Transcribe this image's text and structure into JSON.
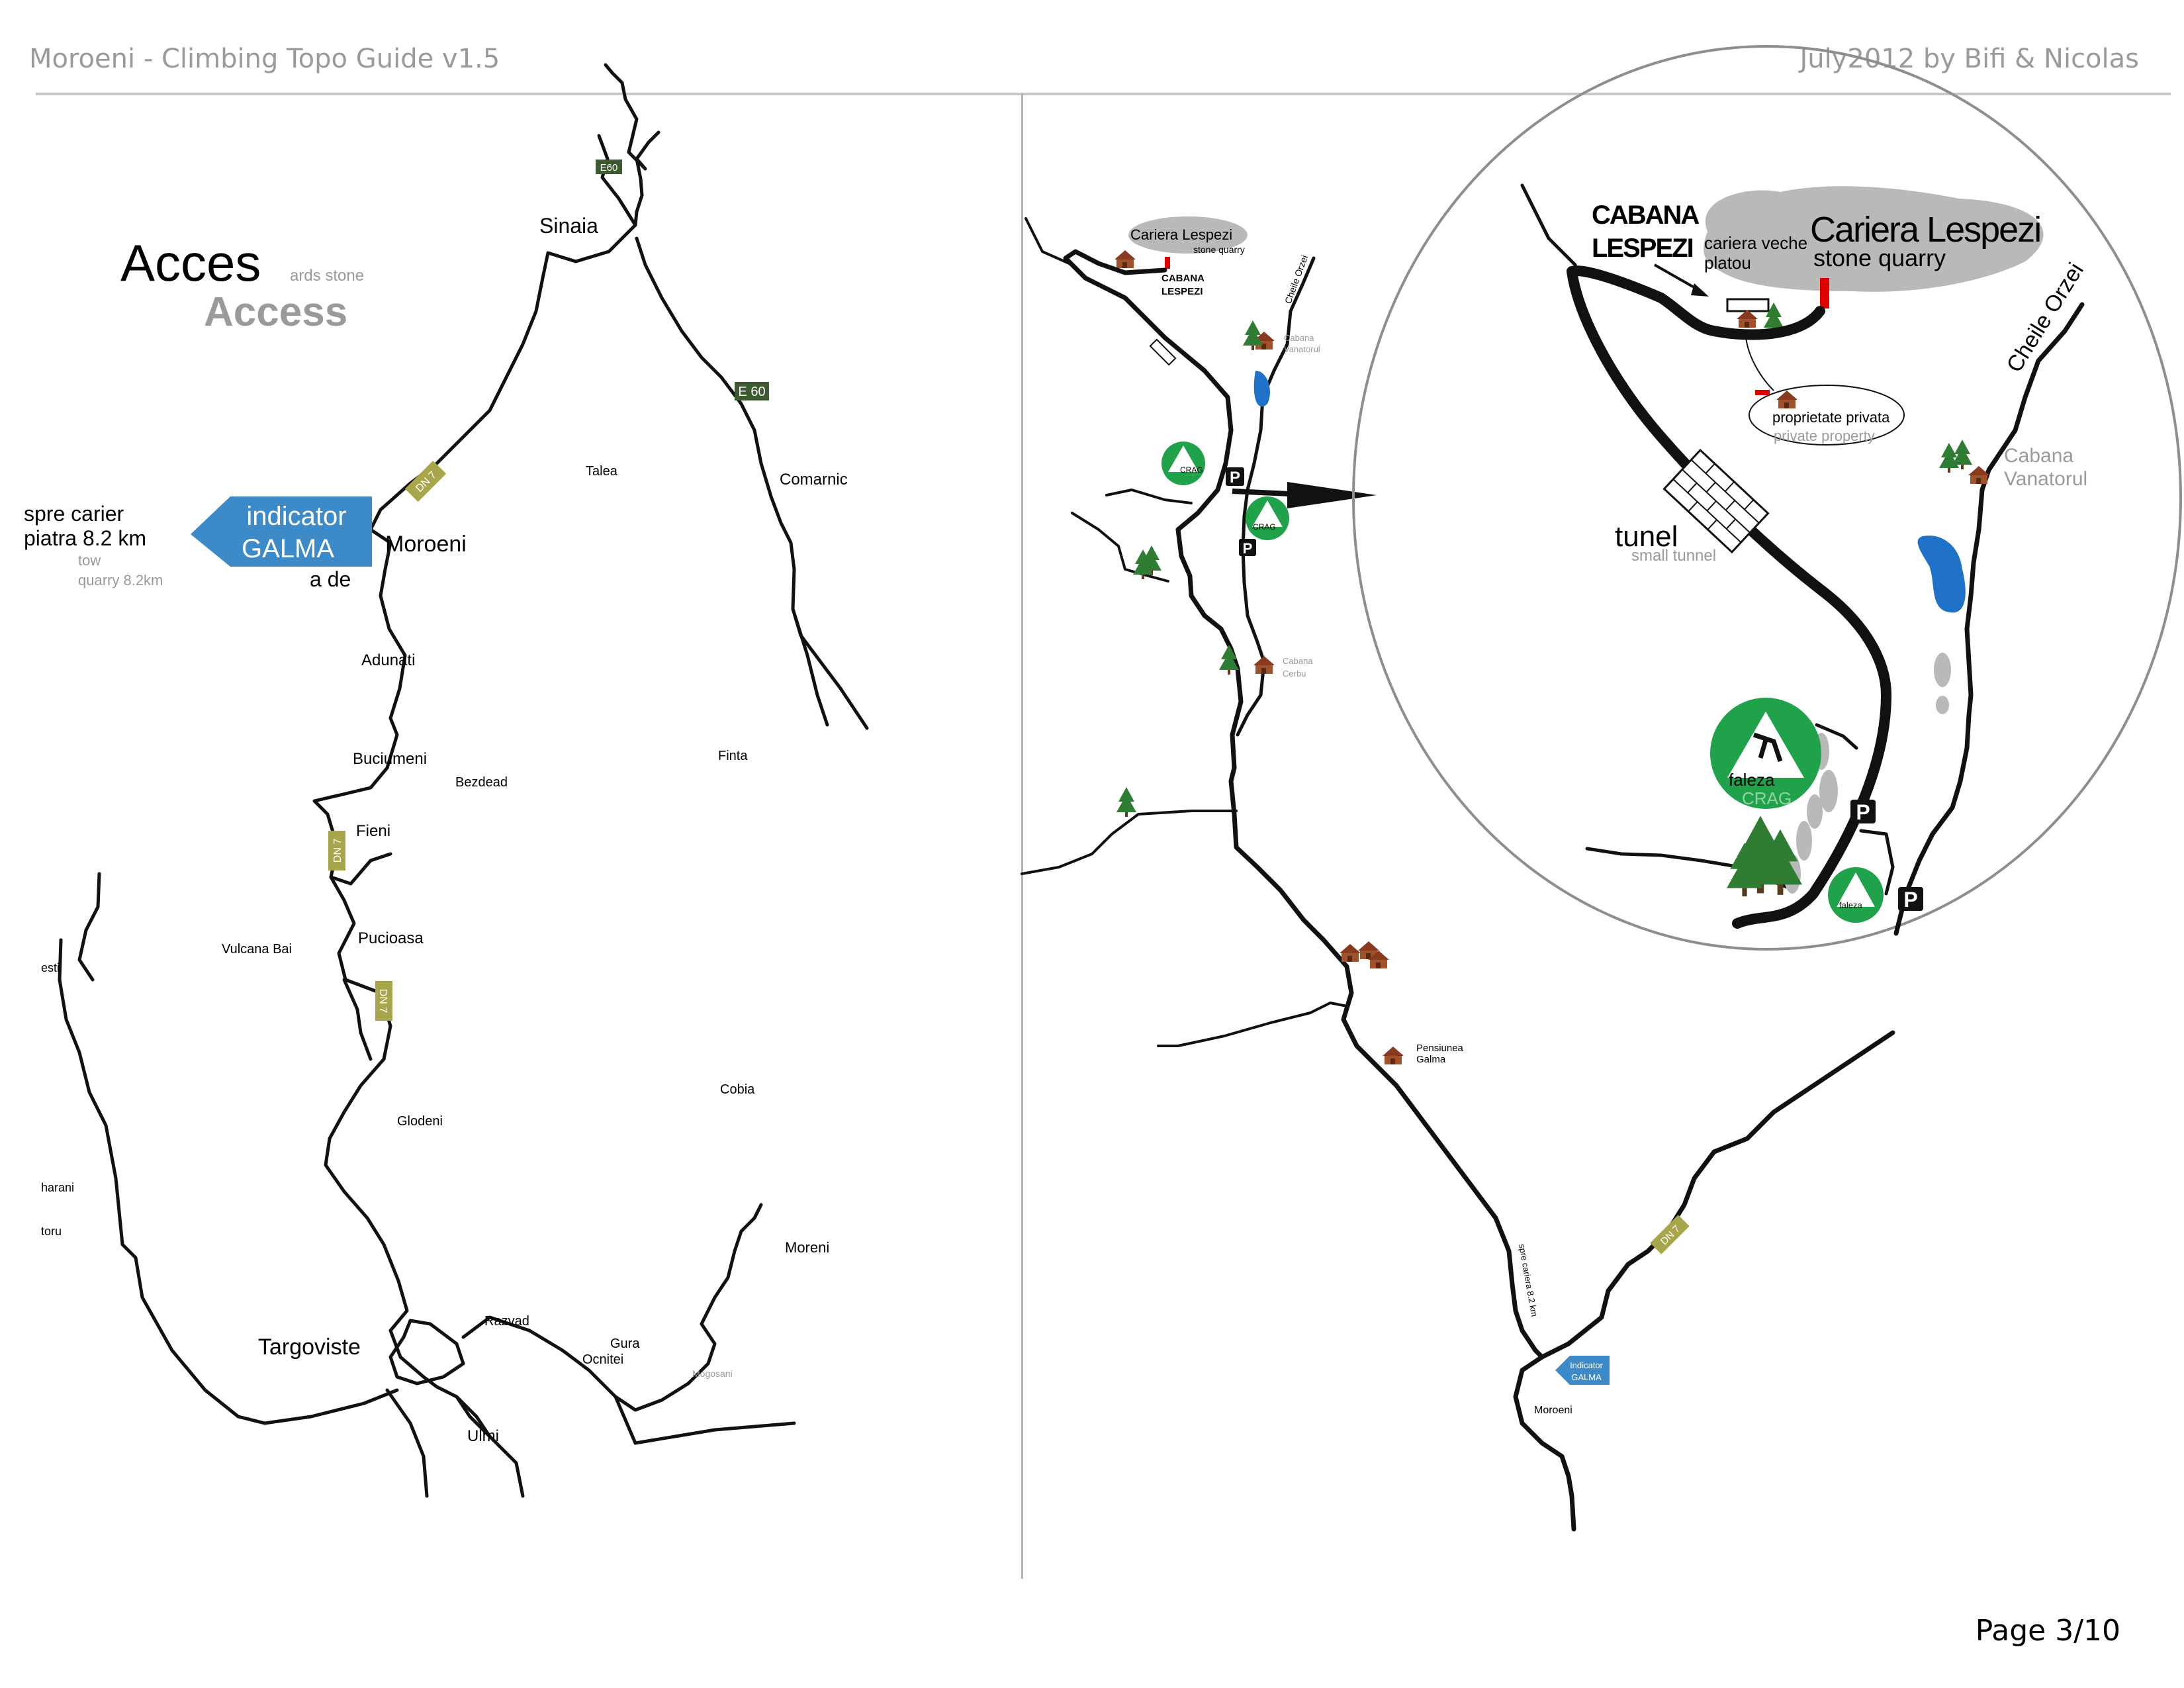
{
  "header": {
    "left": "Moroeni - Climbing Topo Guide v1.5",
    "right": "July2012 by Bifi & Nicolas"
  },
  "page_number": "Page 3/10",
  "left_map": {
    "title_ro": "Acces",
    "title_en": "Access",
    "ghost_text": "ards stone",
    "sign": {
      "line1": "indicator",
      "line2": "GALMA",
      "color": "#3d8ac8"
    },
    "sign_note": {
      "ro_line1": "spre carier",
      "ro_line2": "piatra 8.2 km",
      "en_line1": "tow",
      "en_line2": "quarry 8.2km"
    },
    "fragment": "a de",
    "places": {
      "sinaia": "Sinaia",
      "moroeni": "Moroeni",
      "targoviste": "Targoviste",
      "talea": "Talea",
      "comarnic": "Comarnic",
      "adunati": "Adunati",
      "buciumeni": "Buciumeni",
      "bezdead": "Bezdead",
      "fieni": "Fieni",
      "pucioasa": "Pucioasa",
      "vulcana_bai": "Vulcana Bai",
      "glodeni": "Glodeni",
      "razvad": "Razvad",
      "gura_ocnitei": "Gura",
      "gura_ocnitei_2": "Ocnitei",
      "ulmi": "Ulmi",
      "mogosani": "Mogosani",
      "moreni": "Moreni",
      "cobia": "Cobia",
      "finta": "Finta",
      "fragment_1": "esti",
      "fragment_2": "harani",
      "fragment_3": "toru"
    },
    "roads": {
      "e60_top": "E60",
      "e60_mid": "E 60",
      "dn7_a": "DN 7",
      "dn7_b": "DN 7",
      "dn7_c": "DN 7"
    }
  },
  "right_map": {
    "small": {
      "quarry_ro": "Cariera Lespezi",
      "quarry_en": "stone quarry",
      "cabana_lespezi_1": "CABANA",
      "cabana_lespezi_2": "LESPEZI",
      "cheile_orzei": "Cheile Orzei",
      "cabana_vanatorul_1": "Cabana",
      "cabana_vanatorul_2": "Vanatorul",
      "crag_a": "CRAG",
      "crag_b": "CRAG",
      "cabana_cerbu_1": "Cabana",
      "cabana_cerbu_2": "Cerbu",
      "pensiunea_1": "Pensiunea",
      "pensiunea_2": "Galma",
      "spre_cariera": "spre cariera 8.2 km",
      "dn7": "DN 7",
      "indicator_1": "Indicator",
      "indicator_2": "GALMA",
      "moroeni": "Moroeni",
      "parking": "P"
    },
    "zoom": {
      "cabana_1": "CABANA",
      "cabana_2": "LESPEZI",
      "cariera_veche_1": "cariera veche",
      "cariera_veche_2": "platou",
      "quarry_ro": "Cariera Lespezi",
      "quarry_en": "stone quarry",
      "cheile_orzei": "Cheile Orzei",
      "private_ro": "proprietate privata",
      "private_en": "private property",
      "cabana_v_1": "Cabana",
      "cabana_v_2": "Vanatorul",
      "tunel_ro": "tunel",
      "tunel_en": "small tunnel",
      "faleza": "faleza",
      "crag": "CRAG",
      "faleza_small": "faleza",
      "parking": "P"
    }
  },
  "colors": {
    "crag_green": "#1fa24a",
    "dn_sign": "#a7a64a",
    "e_sign": "#3b5a2f",
    "lake_blue": "#1f72c7",
    "quarry_grey": "#b9b9b9"
  }
}
